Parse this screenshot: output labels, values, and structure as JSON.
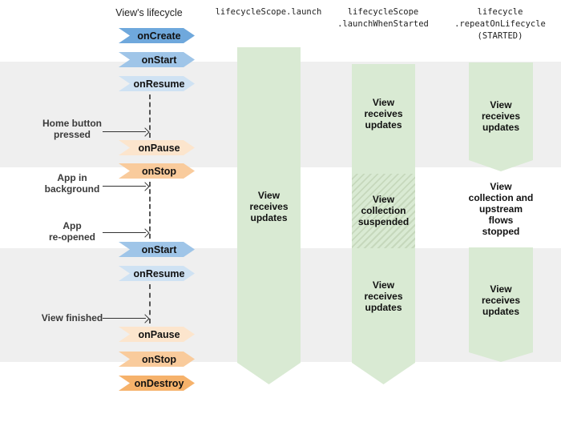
{
  "title": "View's lifecycle",
  "column_headers": {
    "launch": "lifecycleScope.launch",
    "launch_when_started": "lifecycleScope\n.launchWhenStarted",
    "repeat_on_lifecycle": "lifecycle\n.repeatOnLifecycle\n(STARTED)"
  },
  "lifecycle_events": [
    {
      "label": "onCreate",
      "color": "#6fa8dc"
    },
    {
      "label": "onStart",
      "color": "#9fc5e8"
    },
    {
      "label": "onResume",
      "color": "#cfe2f3"
    },
    {
      "label": "onPause",
      "color": "#fce5cd"
    },
    {
      "label": "onStop",
      "color": "#f9cb9c"
    },
    {
      "label": "onStart",
      "color": "#9fc5e8"
    },
    {
      "label": "onResume",
      "color": "#cfe2f3"
    },
    {
      "label": "onPause",
      "color": "#fce5cd"
    },
    {
      "label": "onStop",
      "color": "#f9cb9c"
    },
    {
      "label": "onDestroy",
      "color": "#f6b26b"
    }
  ],
  "annotations": [
    {
      "label": "Home button\npressed"
    },
    {
      "label": "App in\nbackground"
    },
    {
      "label": "App\nre-opened"
    },
    {
      "label": "View finished"
    }
  ],
  "scopes": {
    "launch": {
      "full": "View\nreceives\nupdates"
    },
    "launch_when_started": {
      "top": "View\nreceives\nupdates",
      "middle": "View\ncollection\nsuspended",
      "bottom": "View\nreceives\nupdates"
    },
    "repeat_on_lifecycle": {
      "top": "View\nreceives\nupdates",
      "middle": "View\ncollection and\nupstream\nflows\nstopped",
      "bottom": "View\nreceives\nupdates"
    }
  },
  "colors": {
    "scope_green": "#d9ead3",
    "hatch_stripe": "#c6d8bc",
    "background_band": "#efefef",
    "blue_dark": "#6fa8dc",
    "blue_mid": "#9fc5e8",
    "blue_light": "#cfe2f3",
    "orange_light": "#fce5cd",
    "orange_mid": "#f9cb9c",
    "orange_dark": "#f6b26b"
  }
}
